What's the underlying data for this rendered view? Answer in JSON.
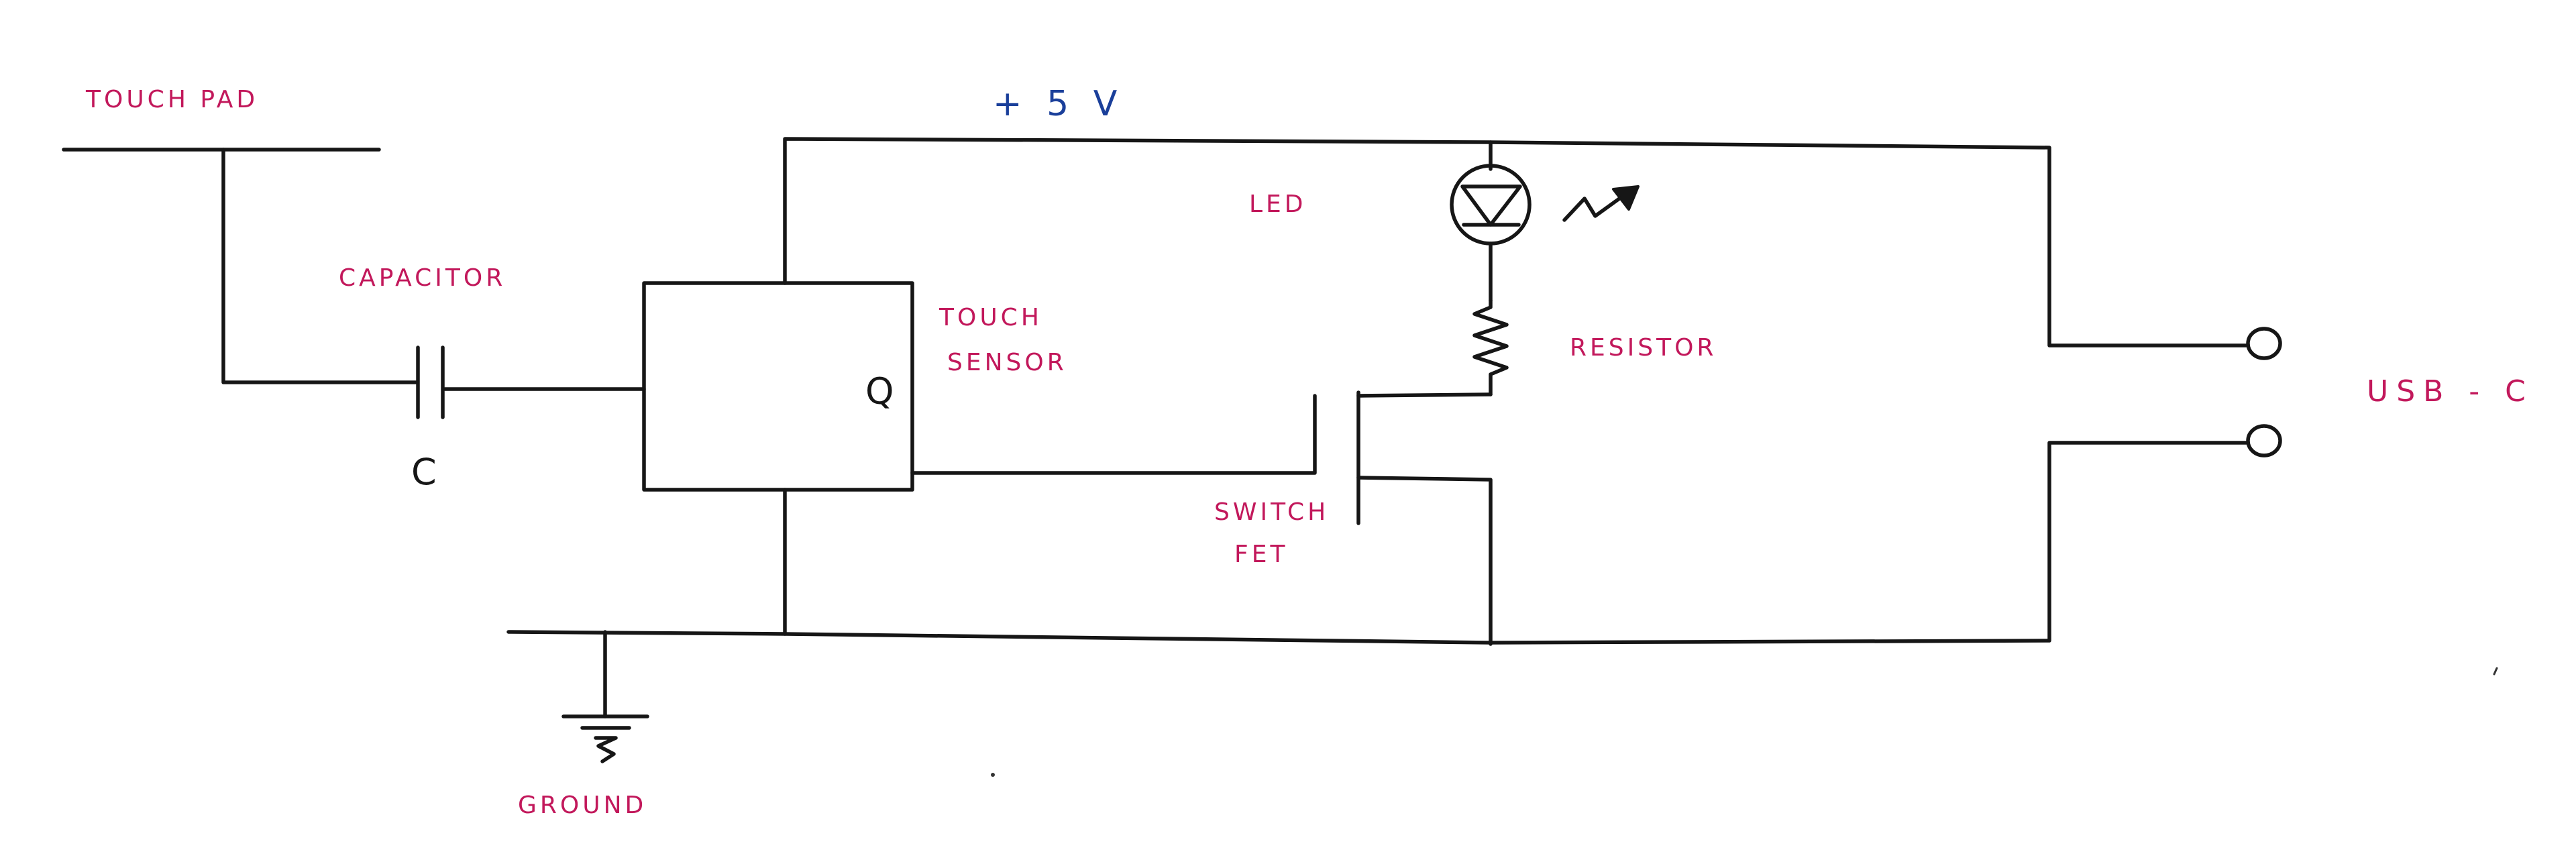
{
  "labels": {
    "touch_pad": "TOUCH PAD",
    "supply": "+ 5 V",
    "led": "LED",
    "capacitor": "CAPACITOR",
    "capacitor_symbol": "C",
    "sensor_line1": "TOUCH",
    "sensor_line2": "SENSOR",
    "sensor_output": "Q",
    "resistor": "RESISTOR",
    "fet_line1": "SWITCH",
    "fet_line2": "FET",
    "usb": "USB - C",
    "ground": "GROUND"
  },
  "colors": {
    "label_red": "#c2185b",
    "label_blue": "#1a3f9a",
    "wire": "#161616"
  },
  "icons": {
    "led": "led-diode-icon",
    "light_emission": "light-emission-arrow-icon",
    "resistor": "resistor-zigzag-icon",
    "capacitor": "capacitor-plates-icon",
    "ground": "ground-symbol-icon",
    "usb_terminal": "usb-terminal-icon"
  }
}
